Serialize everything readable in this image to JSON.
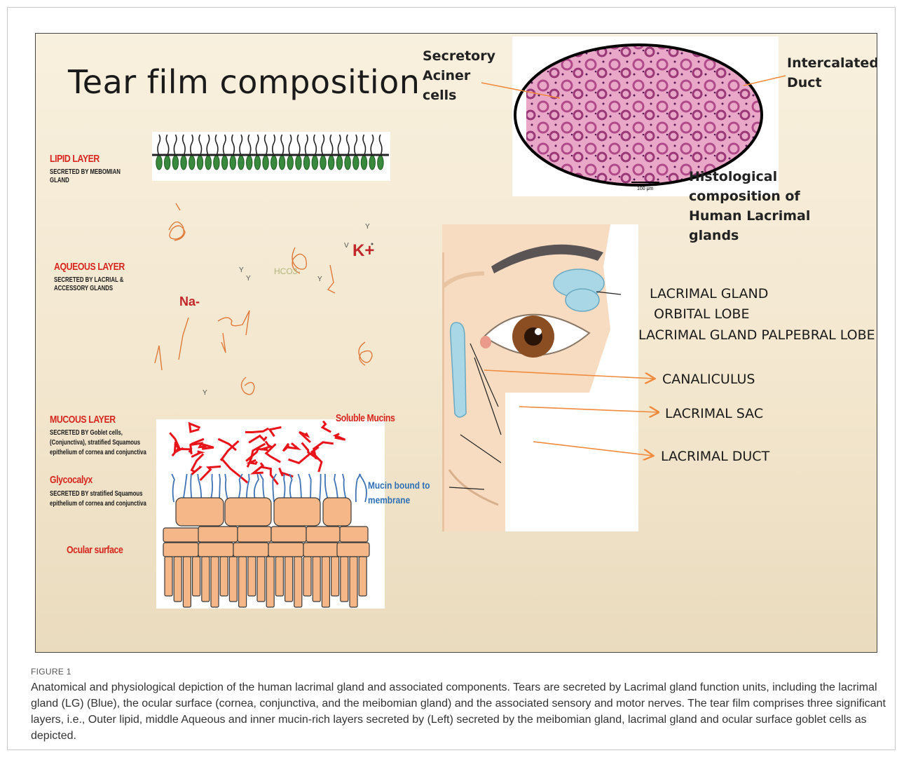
{
  "slide": {
    "title": "Tear film composition",
    "lipid": {
      "label": "LIPID LAYER",
      "sub": "SECRETED BY MEBOMIAN GLAND"
    },
    "aqueous": {
      "label": "AQUEOUS LAYER",
      "sub": "SECRETED BY LACRIAL & ACCESSORY GLANDS"
    },
    "ions": {
      "k": "K+",
      "na": "Na-",
      "hco3": "HCO3-"
    },
    "mucous": {
      "label": "MUCOUS LAYER",
      "sub": "SECRETED BY Goblet cells, (Conjunctiva), stratified Squamous epithelium of cornea and conjunctiva"
    },
    "glycocalyx": {
      "label": "Glycocalyx",
      "sub": "SECRETED BY stratified Squamous epithelium of cornea and conjunctiva"
    },
    "ocular_surface": "Ocular surface",
    "soluble_mucins": "Soluble Mucins",
    "mucin_bound": "Mucin bound to membrane",
    "histology": {
      "secretory_acinar": "Secretory Aciner cells",
      "intercalated_duct": "Intercalated Duct",
      "caption": "Histological composition of Human Lacrimal glands",
      "scale": "100 μm"
    },
    "anatomy": {
      "lacrimal_gland": "LACRIMAL GLAND",
      "orbital_lobe": "ORBITAL LOBE",
      "palpebral_lobe": "LACRIMAL GLAND PALPEBRAL LOBE",
      "canaliculus": "CANALICULUS",
      "lacrimal_sac": "LACRIMAL SAC",
      "lacrimal_duct": "LACRIMAL DUCT"
    }
  },
  "figure": {
    "label": "FIGURE 1",
    "caption": "Anatomical and physiological depiction of the human lacrimal gland and associated components. Tears are secreted by Lacrimal gland function units, including the lacrimal gland (LG) (Blue), the ocular surface (cornea, conjunctiva, and the meibomian gland) and the associated sensory and motor nerves. The tear film comprises three significant layers, i.e., Outer lipid, middle Aqueous and inner mucin-rich layers secreted by (Left) secreted by the meibomian gland, lacrimal gland and ocular surface goblet cells as depicted."
  },
  "colors": {
    "label_red": "#d7261e",
    "mucin_blue": "#2e6fb5",
    "gland_blue": "#a9d7e6",
    "cell_peach": "#f5b787",
    "arrow_orange": "#f08a3c"
  }
}
